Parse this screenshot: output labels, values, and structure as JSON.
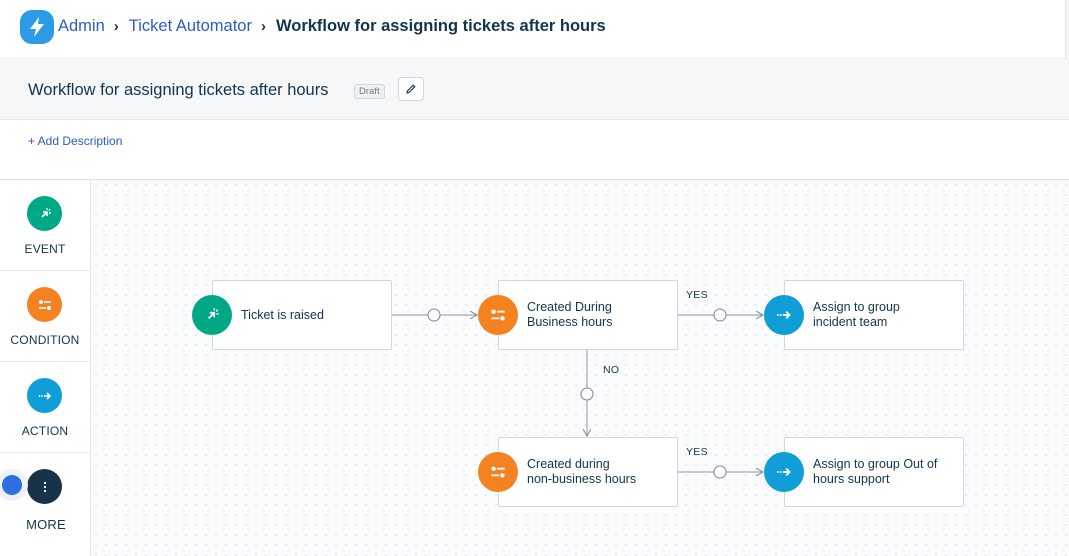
{
  "header": {
    "breadcrumb": [
      {
        "label": "Admin"
      },
      {
        "label": "Ticket Automator"
      },
      {
        "label": "Workflow for assigning tickets after hours"
      }
    ]
  },
  "workflow": {
    "title": "Workflow for assigning tickets after hours",
    "status": "Draft",
    "add_description": "+ Add Description"
  },
  "palette": {
    "items": [
      {
        "label": "EVENT",
        "icon": "event-cursor-icon"
      },
      {
        "label": "CONDITION",
        "icon": "condition-toggle-icon"
      },
      {
        "label": "ACTION",
        "icon": "action-arrow-icon"
      },
      {
        "label": "MORE",
        "icon": "more-vertical-icon"
      }
    ]
  },
  "canvas": {
    "nodes": {
      "event": {
        "line1": "Ticket is raised",
        "line2": ""
      },
      "cond_business": {
        "line1": "Created During",
        "line2": "Business hours"
      },
      "action_incident": {
        "line1": "Assign to group",
        "line2": "incident team"
      },
      "cond_nonbusiness": {
        "line1": "Created during",
        "line2": "non-business hours"
      },
      "action_outofhours": {
        "line1": "Assign to group Out of",
        "line2": "hours support"
      }
    },
    "labels": {
      "yes_top": "YES",
      "no": "NO",
      "yes_bottom": "YES"
    }
  },
  "colors": {
    "event": "#00a886",
    "condition": "#f58220",
    "action": "#109ed9",
    "more": "#183247",
    "link": "#2c5cc5"
  }
}
